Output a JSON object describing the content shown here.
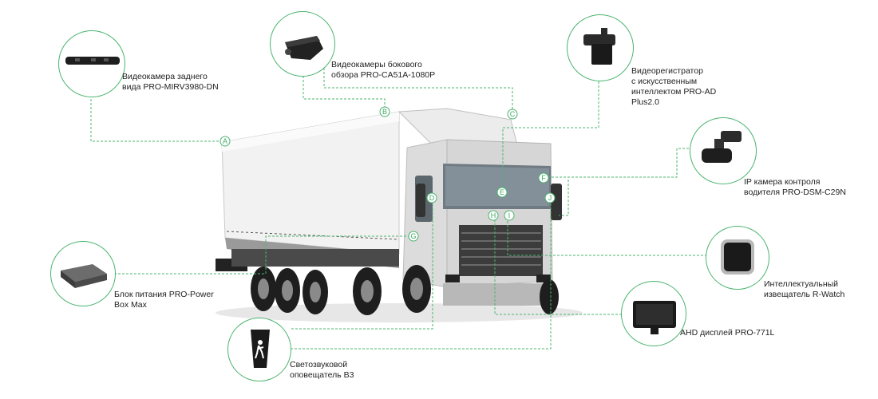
{
  "accent_color": "#4bb46f",
  "markers": [
    "A",
    "B",
    "C",
    "D",
    "E",
    "F",
    "G",
    "H",
    "I",
    "J"
  ],
  "devices": {
    "rear_camera": {
      "lines": [
        "Видеокамера заднего",
        "вида PRO-MIRV3980-DN"
      ],
      "icon": "rear-camera-icon"
    },
    "side_cameras": {
      "lines": [
        "Видеокамеры бокового",
        "обзора PRO-CA51A-1080P"
      ],
      "icon": "side-camera-icon"
    },
    "ai_dvr": {
      "lines": [
        "Видеорегистратор",
        "с искусственным",
        "интеллектом PRO-AD",
        "Plus2.0"
      ],
      "icon": "dvr-icon"
    },
    "driver_camera": {
      "lines": [
        "IP камера контроля",
        "водителя PRO-DSM-C29N"
      ],
      "icon": "driver-camera-icon"
    },
    "r_watch": {
      "lines": [
        "Интеллектуальный",
        "извещатель R-Watch"
      ],
      "icon": "smartwatch-icon"
    },
    "ahd_display": {
      "lines": [
        "AHD дисплей PRO-771L"
      ],
      "icon": "monitor-icon"
    },
    "alarm": {
      "lines": [
        "Светозвуковой",
        "оповещатель B3"
      ],
      "icon": "alarm-icon"
    },
    "power_box": {
      "lines": [
        "Блок питания PRO-Power",
        "Box Max"
      ],
      "icon": "power-box-icon"
    }
  }
}
